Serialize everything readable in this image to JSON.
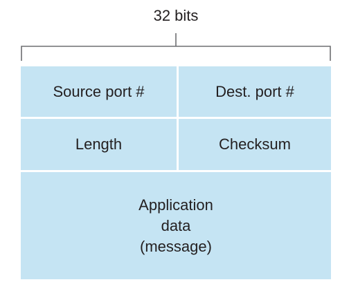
{
  "diagram": {
    "width_label": "32 bits",
    "colors": {
      "cell_fill": "#c5e4f3",
      "divider": "#ffffff",
      "text": "#231f20",
      "brace_stroke": "#6d6e71"
    },
    "header": {
      "source_port": "Source port #",
      "dest_port": "Dest. port #",
      "length": "Length",
      "checksum": "Checksum"
    },
    "payload": {
      "lines": [
        "Application",
        "data",
        "(message)"
      ]
    }
  }
}
